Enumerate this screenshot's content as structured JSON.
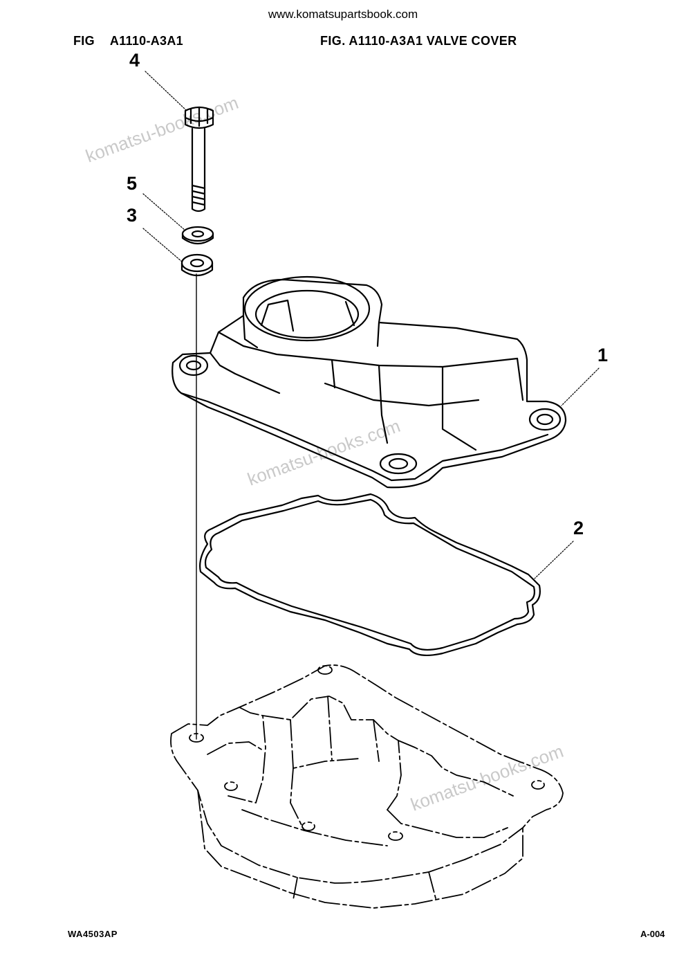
{
  "header": {
    "site_url": "www.komatsupartsbook.com",
    "fig_label": "FIG",
    "fig_number": "A1110-A3A1",
    "fig_title": "FIG. A1110-A3A1 VALVE COVER"
  },
  "callouts": {
    "valve_cover": "1",
    "gasket": "2",
    "washer": "3",
    "bolt": "4",
    "seal_washer": "5"
  },
  "watermark": "komatsu-books.com",
  "footer": {
    "drawing_code": "WA4503AP",
    "page_number": "A-004"
  }
}
